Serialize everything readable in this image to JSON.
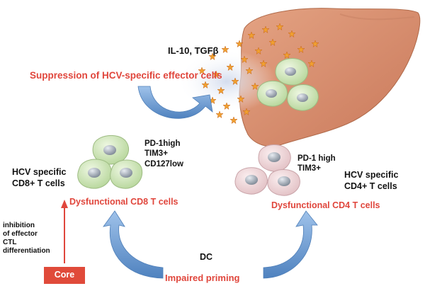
{
  "labels": {
    "cytokines": "IL-10, TGFβ",
    "suppression": "Suppression of HCV-specific effector cells",
    "cd8_markers": "PD-1high\nTIM3+\nCD127low",
    "cd8_title": "HCV specific\nCD8+ T cells",
    "dysfunctional_cd8": "Dysfunctional CD8 T cells",
    "cd4_markers": "PD-1 high\nTIM3+",
    "cd4_title": "HCV specific\nCD4+ T cells",
    "dysfunctional_cd4": "Dysfunctional CD4 T cells",
    "inhibition": "inhibition\nof effector\nCTL\ndifferentiation",
    "dc": "DC",
    "core": "Core",
    "impaired_priming": "Impaired priming"
  },
  "colors": {
    "liver": "#d9906b",
    "liver_dark": "#c37552",
    "arrow_blue": "#6b9bd1",
    "cd8_cell": "#cfe5b3",
    "cd4_cell": "#efd6d9",
    "red_text": "#e0463c",
    "cytokine": "#e88a1c"
  }
}
